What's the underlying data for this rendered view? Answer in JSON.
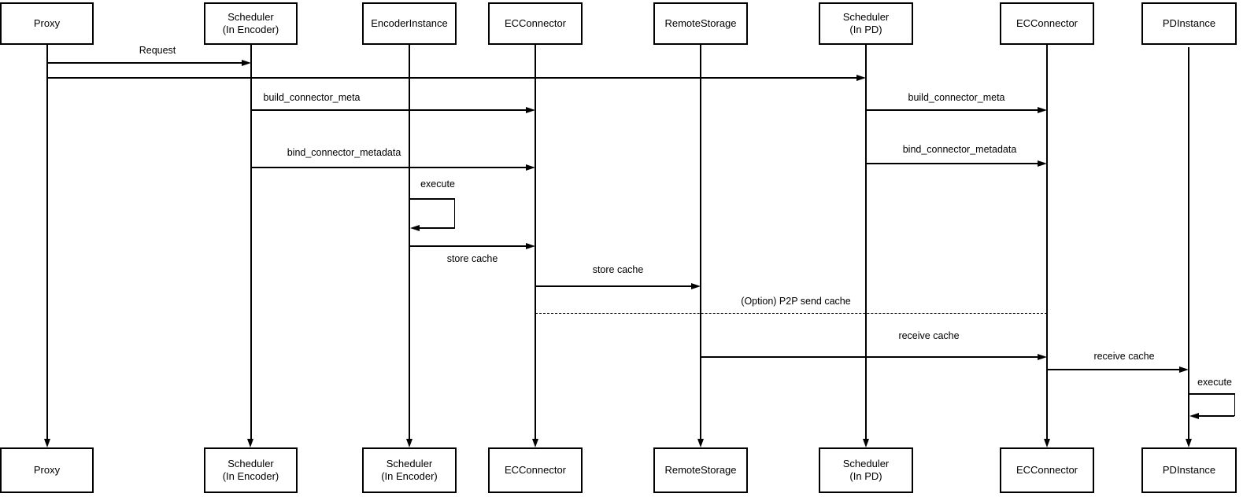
{
  "diagram": {
    "type": "sequence-diagram",
    "colors": {
      "background": "#ffffff",
      "line": "#000000",
      "text": "#000000",
      "box_fill": "#ffffff"
    },
    "actors": [
      {
        "id": "proxy",
        "top_label": "Proxy",
        "bottom_label": "Proxy"
      },
      {
        "id": "scheduler-in-encoder",
        "top_label": "Scheduler\n(In Encoder)",
        "bottom_label": "Scheduler\n(In Encoder)"
      },
      {
        "id": "encoder-instance",
        "top_label": "EncoderInstance",
        "bottom_label": "Scheduler\n(In Encoder)"
      },
      {
        "id": "ec-connector-encoder",
        "top_label": "ECConnector",
        "bottom_label": "ECConnector"
      },
      {
        "id": "remote-storage",
        "top_label": "RemoteStorage",
        "bottom_label": "RemoteStorage"
      },
      {
        "id": "scheduler-in-pd",
        "top_label": "Scheduler\n(In PD)",
        "bottom_label": "Scheduler\n(In PD)"
      },
      {
        "id": "ec-connector-pd",
        "top_label": "ECConnector",
        "bottom_label": "ECConnector"
      },
      {
        "id": "pd-instance",
        "top_label": "PDInstance",
        "bottom_label": "PDInstance"
      }
    ],
    "messages": [
      {
        "label": "Request",
        "from": "Proxy",
        "to": "Scheduler (In Encoder)",
        "style": "solid"
      },
      {
        "label": "",
        "from": "Proxy",
        "to": "Scheduler (In PD)",
        "style": "solid"
      },
      {
        "label": "build_connector_meta",
        "from": "Scheduler (In Encoder)",
        "to": "ECConnector",
        "style": "solid"
      },
      {
        "label": "build_connector_meta",
        "from": "Scheduler (In PD)",
        "to": "ECConnector",
        "style": "solid"
      },
      {
        "label": "bind_connector_metadata",
        "from": "Scheduler (In Encoder)",
        "to": "ECConnector",
        "style": "solid"
      },
      {
        "label": "bind_connector_metadata",
        "from": "Scheduler (In PD)",
        "to": "ECConnector",
        "style": "solid"
      },
      {
        "label": "execute",
        "from": "EncoderInstance",
        "to": "EncoderInstance",
        "style": "self"
      },
      {
        "label": "store cache",
        "from": "EncoderInstance",
        "to": "ECConnector",
        "style": "solid"
      },
      {
        "label": "store cache",
        "from": "ECConnector",
        "to": "RemoteStorage",
        "style": "solid"
      },
      {
        "label": "(Option) P2P send cache",
        "from": "ECConnector",
        "to": "ECConnector (PD)",
        "style": "dashed"
      },
      {
        "label": "receive cache",
        "from": "RemoteStorage",
        "to": "ECConnector (PD)",
        "style": "solid"
      },
      {
        "label": "receive cache",
        "from": "ECConnector (PD)",
        "to": "PDInstance",
        "style": "solid"
      },
      {
        "label": "execute",
        "from": "PDInstance",
        "to": "PDInstance",
        "style": "self"
      }
    ]
  }
}
